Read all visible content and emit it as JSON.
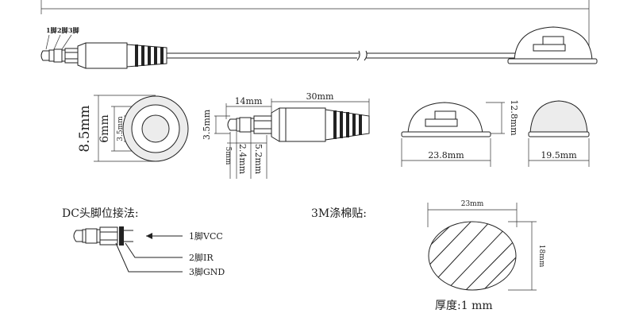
{
  "cable_jack": {
    "pin_labels": [
      "1脚",
      "2脚",
      "3脚"
    ]
  },
  "front_view": {
    "outer_dim": "8.5mm",
    "mid_dim": "6mm",
    "inner_dim": "3.5mm"
  },
  "plug_side": {
    "dim_14": "14mm",
    "dim_30": "30mm",
    "dim_35": "3.5mm",
    "dim_5": "5mm",
    "dim_24": "2.4mm",
    "dim_52": "5.2mm"
  },
  "receiver": {
    "width_side": "23.8mm",
    "height": "12.8mm",
    "width_front": "19.5mm"
  },
  "pin_section": {
    "title": "DC头脚位接法:",
    "pin1": "1脚VCC",
    "pin2": "2脚IR",
    "pin3": "3脚GND"
  },
  "foam": {
    "title": "3M涤棉贴:",
    "width": "23mm",
    "height": "18mm",
    "thickness": "厚度:1 mm"
  }
}
